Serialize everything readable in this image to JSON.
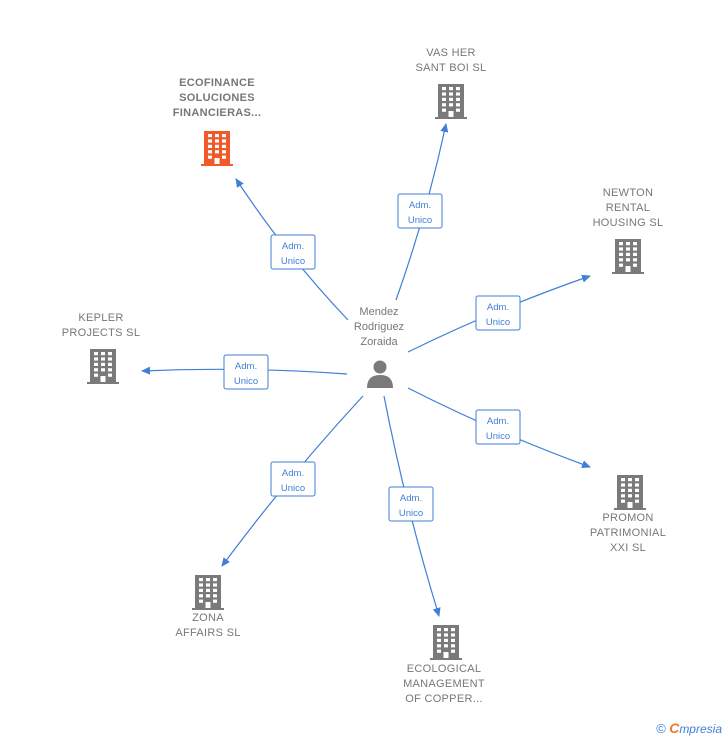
{
  "center": {
    "name_lines": [
      "Mendez",
      "Rodriguez",
      "Zoraida"
    ],
    "icon": "person-icon"
  },
  "relationship_label": [
    "Adm.",
    "Unico"
  ],
  "companies": [
    {
      "id": "ecofinance",
      "name_lines": [
        "ECOFINANCE",
        "SOLUCIONES",
        "FINANCIERAS..."
      ],
      "highlight": true,
      "color": "#f05a28"
    },
    {
      "id": "vas-her",
      "name_lines": [
        "VAS HER",
        "SANT BOI  SL"
      ],
      "highlight": false,
      "color": "#7a7a7a"
    },
    {
      "id": "newton",
      "name_lines": [
        "NEWTON",
        "RENTAL",
        "HOUSING  SL"
      ],
      "highlight": false,
      "color": "#7a7a7a"
    },
    {
      "id": "kepler",
      "name_lines": [
        "KEPLER",
        "PROJECTS  SL"
      ],
      "highlight": false,
      "color": "#7a7a7a"
    },
    {
      "id": "promon",
      "name_lines": [
        "PROMON",
        "PATRIMONIAL",
        "XXI  SL"
      ],
      "highlight": false,
      "color": "#7a7a7a"
    },
    {
      "id": "zona",
      "name_lines": [
        "ZONA",
        "AFFAIRS  SL"
      ],
      "highlight": false,
      "color": "#7a7a7a"
    },
    {
      "id": "ecological",
      "name_lines": [
        "ECOLOGICAL",
        "MANAGEMENT",
        "OF COPPER..."
      ],
      "highlight": false,
      "color": "#7a7a7a"
    }
  ],
  "edge_color": "#3f7fd6",
  "brand": {
    "copyright": "©",
    "name_first": "C",
    "name_rest": "mpresia"
  }
}
